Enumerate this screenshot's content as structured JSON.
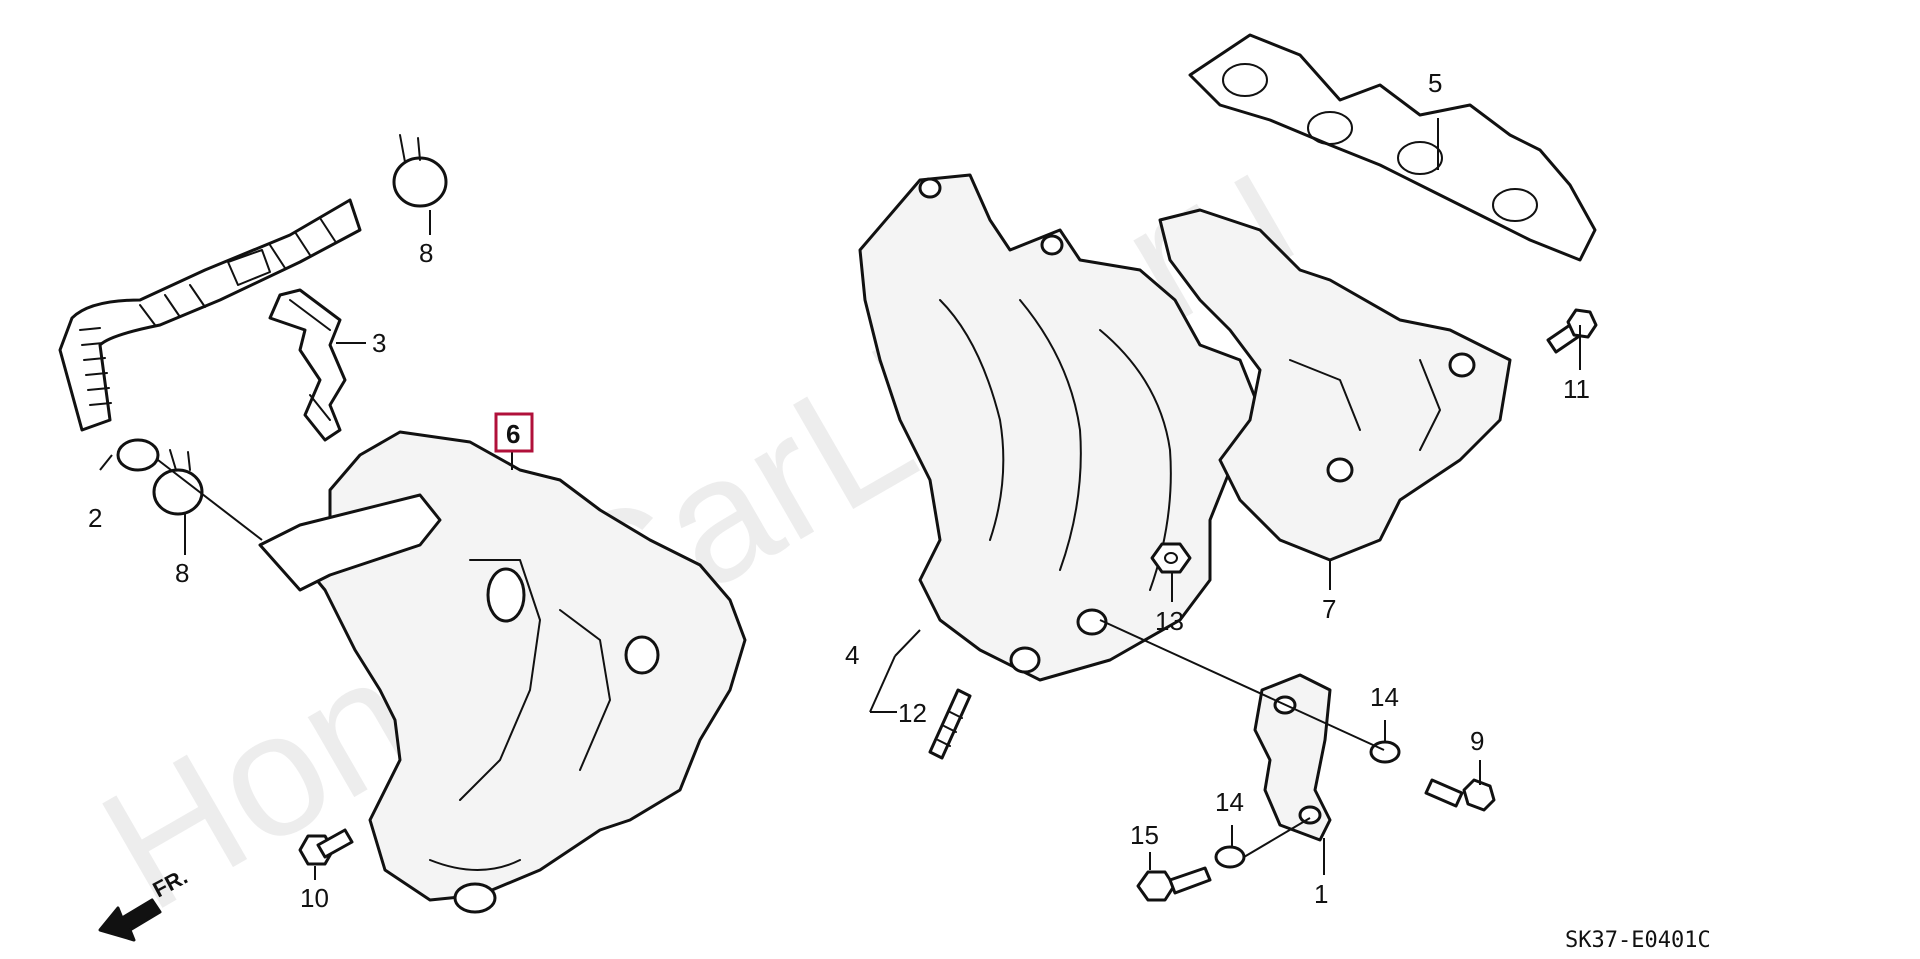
{
  "watermark": "HondaCarLine.ru",
  "direction_label": "FR.",
  "diagram_code": "SK37-E0401C",
  "highlight_color": "#b0103a",
  "callouts": {
    "c1": "1",
    "c2": "2",
    "c3": "3",
    "c4": "4",
    "c5": "5",
    "c6": "6",
    "c7": "7",
    "c8a": "8",
    "c8b": "8",
    "c9": "9",
    "c10": "10",
    "c11": "11",
    "c12": "12",
    "c13": "13",
    "c14a": "14",
    "c14b": "14",
    "c15": "15"
  }
}
